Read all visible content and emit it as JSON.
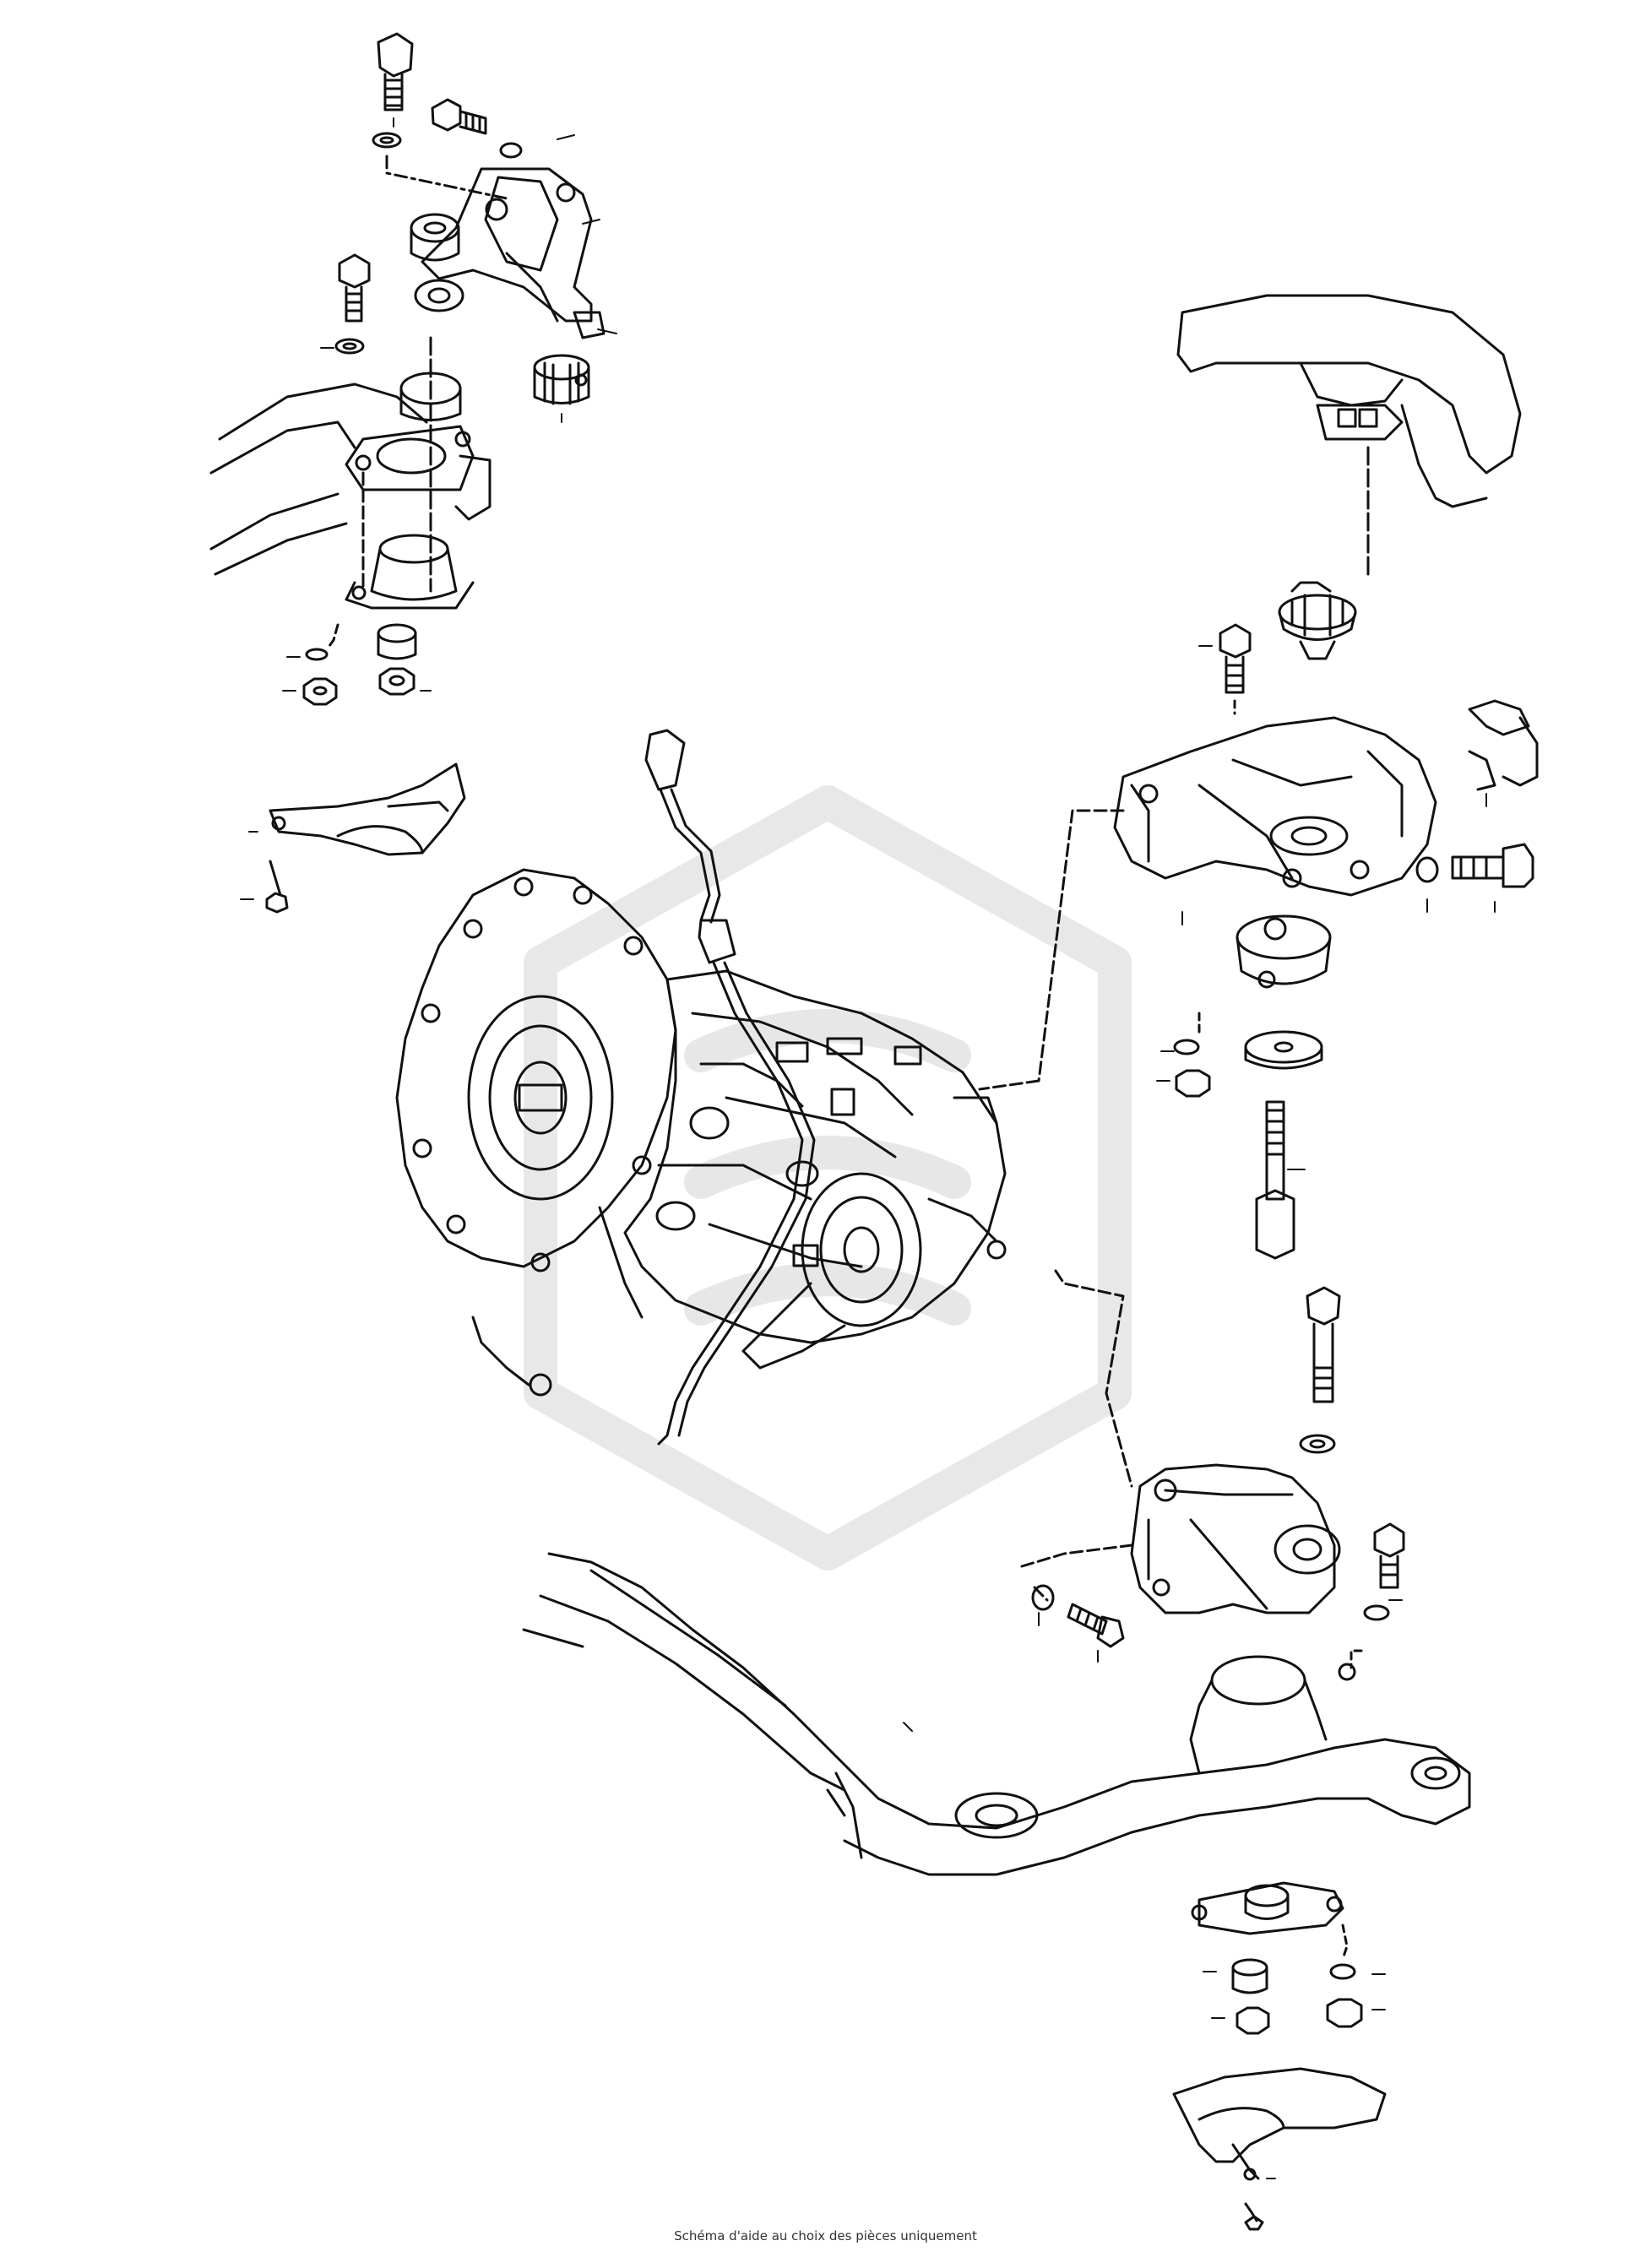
{
  "caption": "Schéma d'aide au choix des pièces uniquement",
  "colors": {
    "line": "#111111",
    "watermark": "#e6e6e6",
    "background": "#ffffff"
  },
  "watermark": {
    "icon": "shield-logo-watermark"
  },
  "parts": [
    "engine-mount-bracket-top-left",
    "rubber-bushing-left",
    "subframe-left",
    "heat-shield-left",
    "transmission-housing",
    "dipstick-tube",
    "gearbox-cover-top-right",
    "mount-bushing-right",
    "transmission-bracket-right",
    "rubber-mount-right",
    "through-bolt-right",
    "transmission-bracket-lower",
    "crossmember-lower",
    "rubber-bushing-lower",
    "heat-shield-lower"
  ]
}
